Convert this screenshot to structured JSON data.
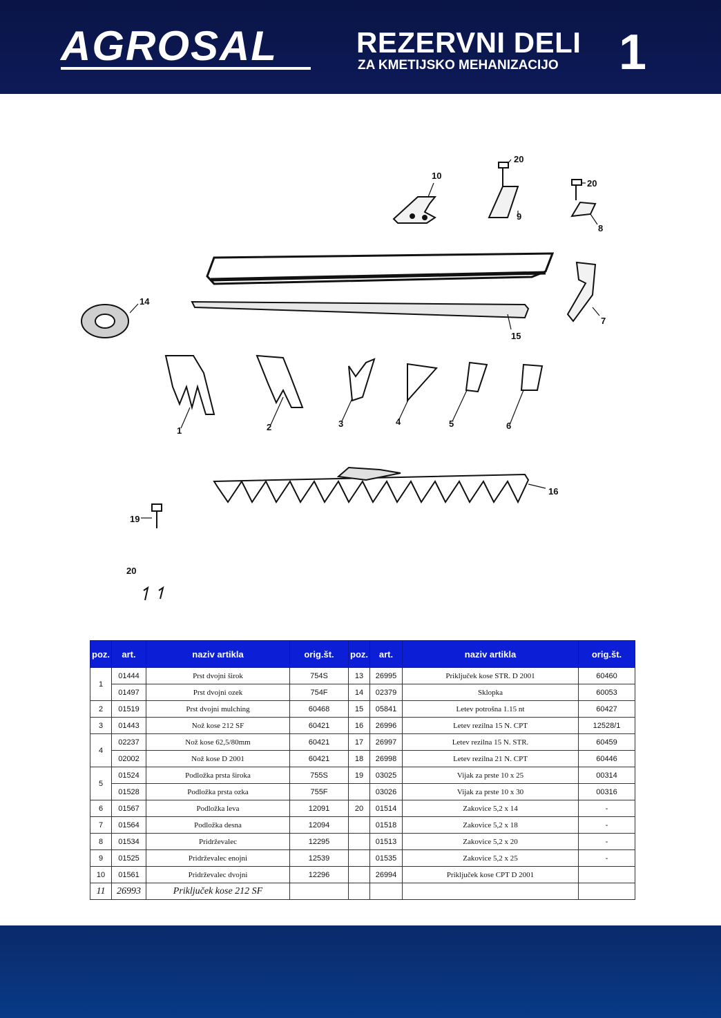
{
  "header": {
    "logo": "AGROSAL",
    "title": "REZERVNI DELI",
    "subtitle": "ZA KMETIJSKO MEHANIZACIJO",
    "page_number": "1"
  },
  "diagram": {
    "labels": [
      "1",
      "2",
      "3",
      "4",
      "5",
      "6",
      "7",
      "8",
      "9",
      "10",
      "14",
      "15",
      "16",
      "19",
      "20",
      "20",
      "20"
    ]
  },
  "table": {
    "headers": [
      "poz.",
      "art.",
      "naziv artikla",
      "orig.št.",
      "poz.",
      "art.",
      "naziv artikla",
      "orig.št."
    ],
    "left": [
      {
        "poz": "1",
        "art": "01444",
        "name": "Prst dvojni širok",
        "orig": "754S"
      },
      {
        "poz": "",
        "art": "01497",
        "name": "Prst dvojni ozek",
        "orig": "754F"
      },
      {
        "poz": "2",
        "art": "01519",
        "name": "Prst dvojni mulching",
        "orig": "60468"
      },
      {
        "poz": "3",
        "art": "01443",
        "name": "Nož kose 212 SF",
        "orig": "60421"
      },
      {
        "poz": "4",
        "art": "02237",
        "name": "Nož kose 62,5/80mm",
        "orig": "60421"
      },
      {
        "poz": "",
        "art": "02002",
        "name": "Nož kose D 2001",
        "orig": "60421"
      },
      {
        "poz": "5",
        "art": "01524",
        "name": "Podložka prsta široka",
        "orig": "755S"
      },
      {
        "poz": "",
        "art": "01528",
        "name": "Podložka prsta ozka",
        "orig": "755F"
      },
      {
        "poz": "6",
        "art": "01567",
        "name": "Podložka leva",
        "orig": "12091"
      },
      {
        "poz": "7",
        "art": "01564",
        "name": "Podložka desna",
        "orig": "12094"
      },
      {
        "poz": "8",
        "art": "01534",
        "name": "Pridrževalec",
        "orig": "12295"
      },
      {
        "poz": "9",
        "art": "01525",
        "name": "Pridrževalec enojni",
        "orig": "12539"
      },
      {
        "poz": "10",
        "art": "01561",
        "name": "Pridrževalec dvojni",
        "orig": "12296"
      },
      {
        "poz": "11",
        "art": "26993",
        "name": "Priključek kose 212 SF",
        "orig": ""
      }
    ],
    "right": [
      {
        "poz": "13",
        "art": "26995",
        "name": "Priključek kose STR. D 2001",
        "orig": "60460"
      },
      {
        "poz": "14",
        "art": "02379",
        "name": "Sklopka",
        "orig": "60053"
      },
      {
        "poz": "15",
        "art": "05841",
        "name": "Letev potrošna 1.15 nt",
        "orig": "60427"
      },
      {
        "poz": "16",
        "art": "26996",
        "name": "Letev rezilna 15 N. CPT",
        "orig": "12528/1"
      },
      {
        "poz": "17",
        "art": "26997",
        "name": "Letev rezilna 15 N. STR.",
        "orig": "60459"
      },
      {
        "poz": "18",
        "art": "26998",
        "name": "Letev rezilna 21 N. CPT",
        "orig": "60446"
      },
      {
        "poz": "19",
        "art": "03025",
        "name": "Vijak za prste 10 x 25",
        "orig": "00314"
      },
      {
        "poz": "",
        "art": "03026",
        "name": "Vijak za prste 10 x 30",
        "orig": "00316"
      },
      {
        "poz": "20",
        "art": "01514",
        "name": "Zakovice 5,2 x 14",
        "orig": "-"
      },
      {
        "poz": "",
        "art": "01518",
        "name": "Zakovice 5,2 x 18",
        "orig": "-"
      },
      {
        "poz": "",
        "art": "01513",
        "name": "Zakovice 5,2 x 20",
        "orig": "-"
      },
      {
        "poz": "",
        "art": "01535",
        "name": "Zakovice 5,2 x 25",
        "orig": "-"
      },
      {
        "poz": "",
        "art": "26994",
        "name": "Priključek kose CPT D 2001",
        "orig": ""
      },
      {
        "poz": "",
        "art": "",
        "name": "",
        "orig": ""
      }
    ]
  }
}
